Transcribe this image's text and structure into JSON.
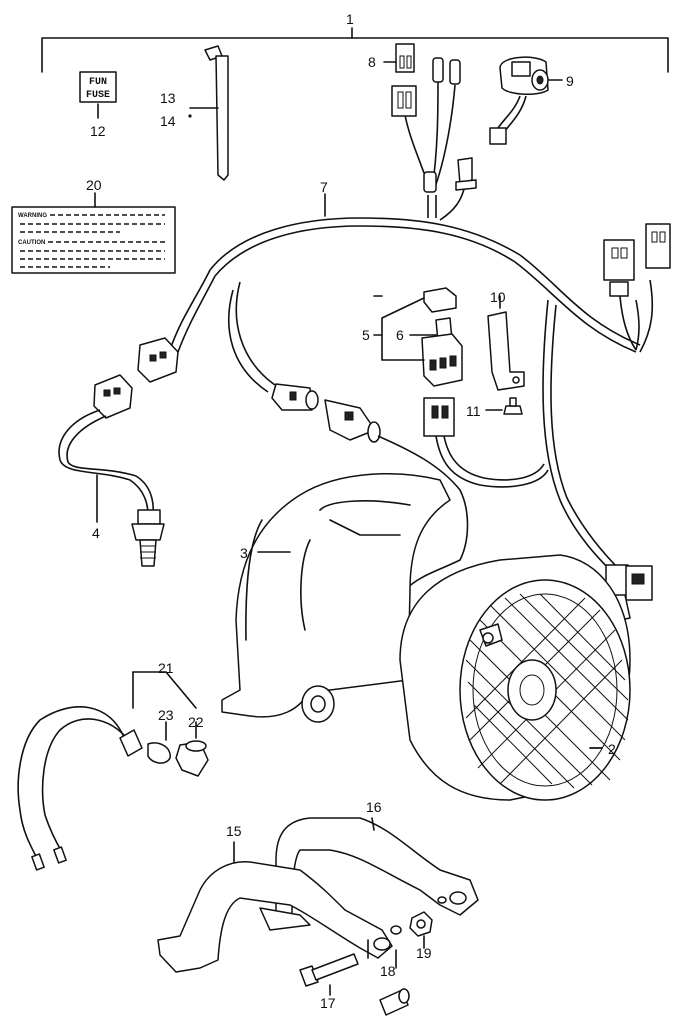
{
  "callouts": {
    "c1": "1",
    "c2": "2",
    "c3": "3",
    "c4": "4",
    "c5": "5",
    "c6": "6",
    "c7": "7",
    "c8": "8",
    "c9": "9",
    "c10": "10",
    "c11": "11",
    "c12": "12",
    "c13": "13",
    "c14": "14",
    "c15": "15",
    "c16": "16",
    "c17": "17",
    "c18": "18",
    "c19": "19",
    "c20": "20",
    "c21": "21",
    "c22": "22",
    "c23": "23"
  },
  "fuse_label": {
    "line1": "FUN",
    "line2": "FUSE"
  },
  "warning_label": {
    "warning": "WARNING",
    "caution": "CAUTION"
  }
}
